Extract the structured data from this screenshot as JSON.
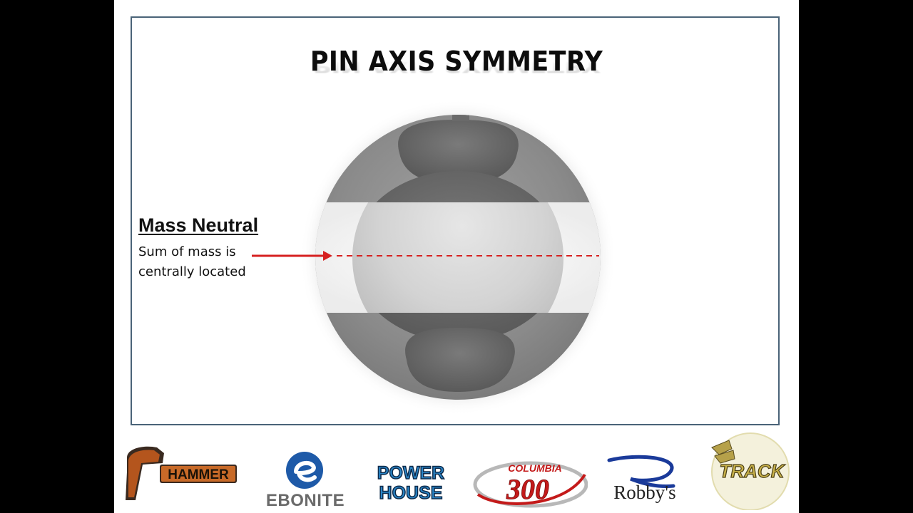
{
  "slide": {
    "title": "PIN AXIS SYMMETRY",
    "callout": {
      "heading": "Mass Neutral",
      "description": "Sum of mass is centrally located"
    }
  },
  "colors": {
    "frame_border": "#4a6378",
    "axis_line": "#d62020",
    "ball_gray": "#8a8a8a",
    "core_gray": "#5f5f5f"
  },
  "brands": {
    "hammer": "HAMMER",
    "ebonite": "EBONITE",
    "powerhouse_top": "POWER",
    "powerhouse_bottom": "HOUSE",
    "columbia": "COLUMBIA",
    "columbia_number": "300",
    "robbys": "Robby's",
    "track": "TRACK"
  },
  "icons": {
    "hammer_logo": "hammer-icon",
    "ebonite_logo": "ebonite-e-icon",
    "track_logo": "track-wings-icon"
  }
}
